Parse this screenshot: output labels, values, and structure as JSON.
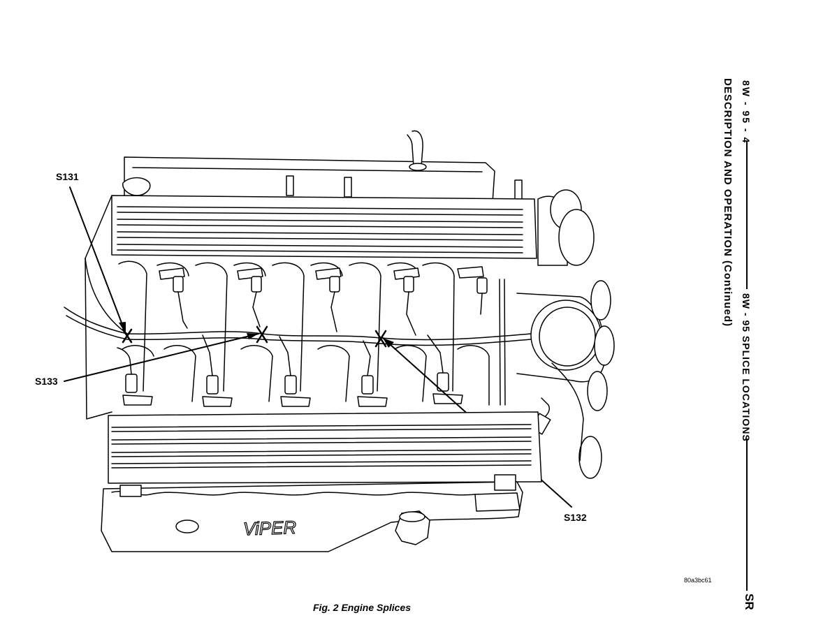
{
  "header": {
    "page_ref": "8W - 95 - 4",
    "section_title": "8W - 95 SPLICE LOCATIONS",
    "model_code": "SR",
    "subsection_title": "DESCRIPTION AND OPERATION (Continued)"
  },
  "figure": {
    "caption": "Fig. 2 Engine Splices",
    "image_code": "80a3bc61",
    "engine_badge": "ViPER",
    "callouts": [
      "S131",
      "S133",
      "S132"
    ]
  }
}
